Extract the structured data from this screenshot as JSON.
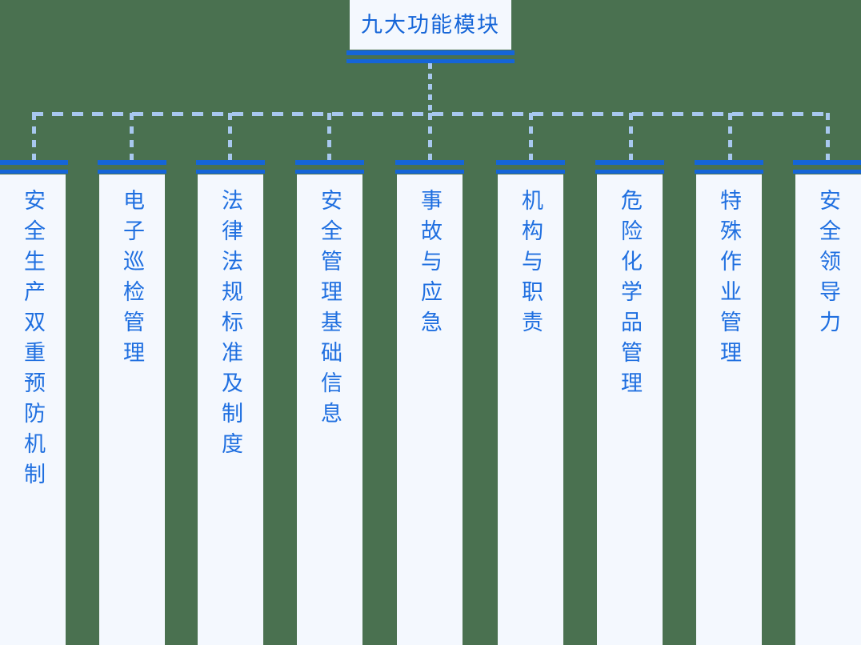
{
  "diagram": {
    "type": "org-tree",
    "orientation": "top-down",
    "background_color": "#4a7150",
    "accent_color": "#1565d8",
    "node_fill_color": "#f4f8fe",
    "connector_color": "#a8c8ef",
    "root": {
      "label": "九大功能模块"
    },
    "children": [
      {
        "label": "安全生产双重预防机制"
      },
      {
        "label": "电子巡检管理"
      },
      {
        "label": "法律法规标准及制度"
      },
      {
        "label": "安全管理基础信息"
      },
      {
        "label": "事故与应急"
      },
      {
        "label": "机构与职责"
      },
      {
        "label": "危险化学品管理"
      },
      {
        "label": "特殊作业管理"
      },
      {
        "label": "安全领导力"
      }
    ]
  }
}
